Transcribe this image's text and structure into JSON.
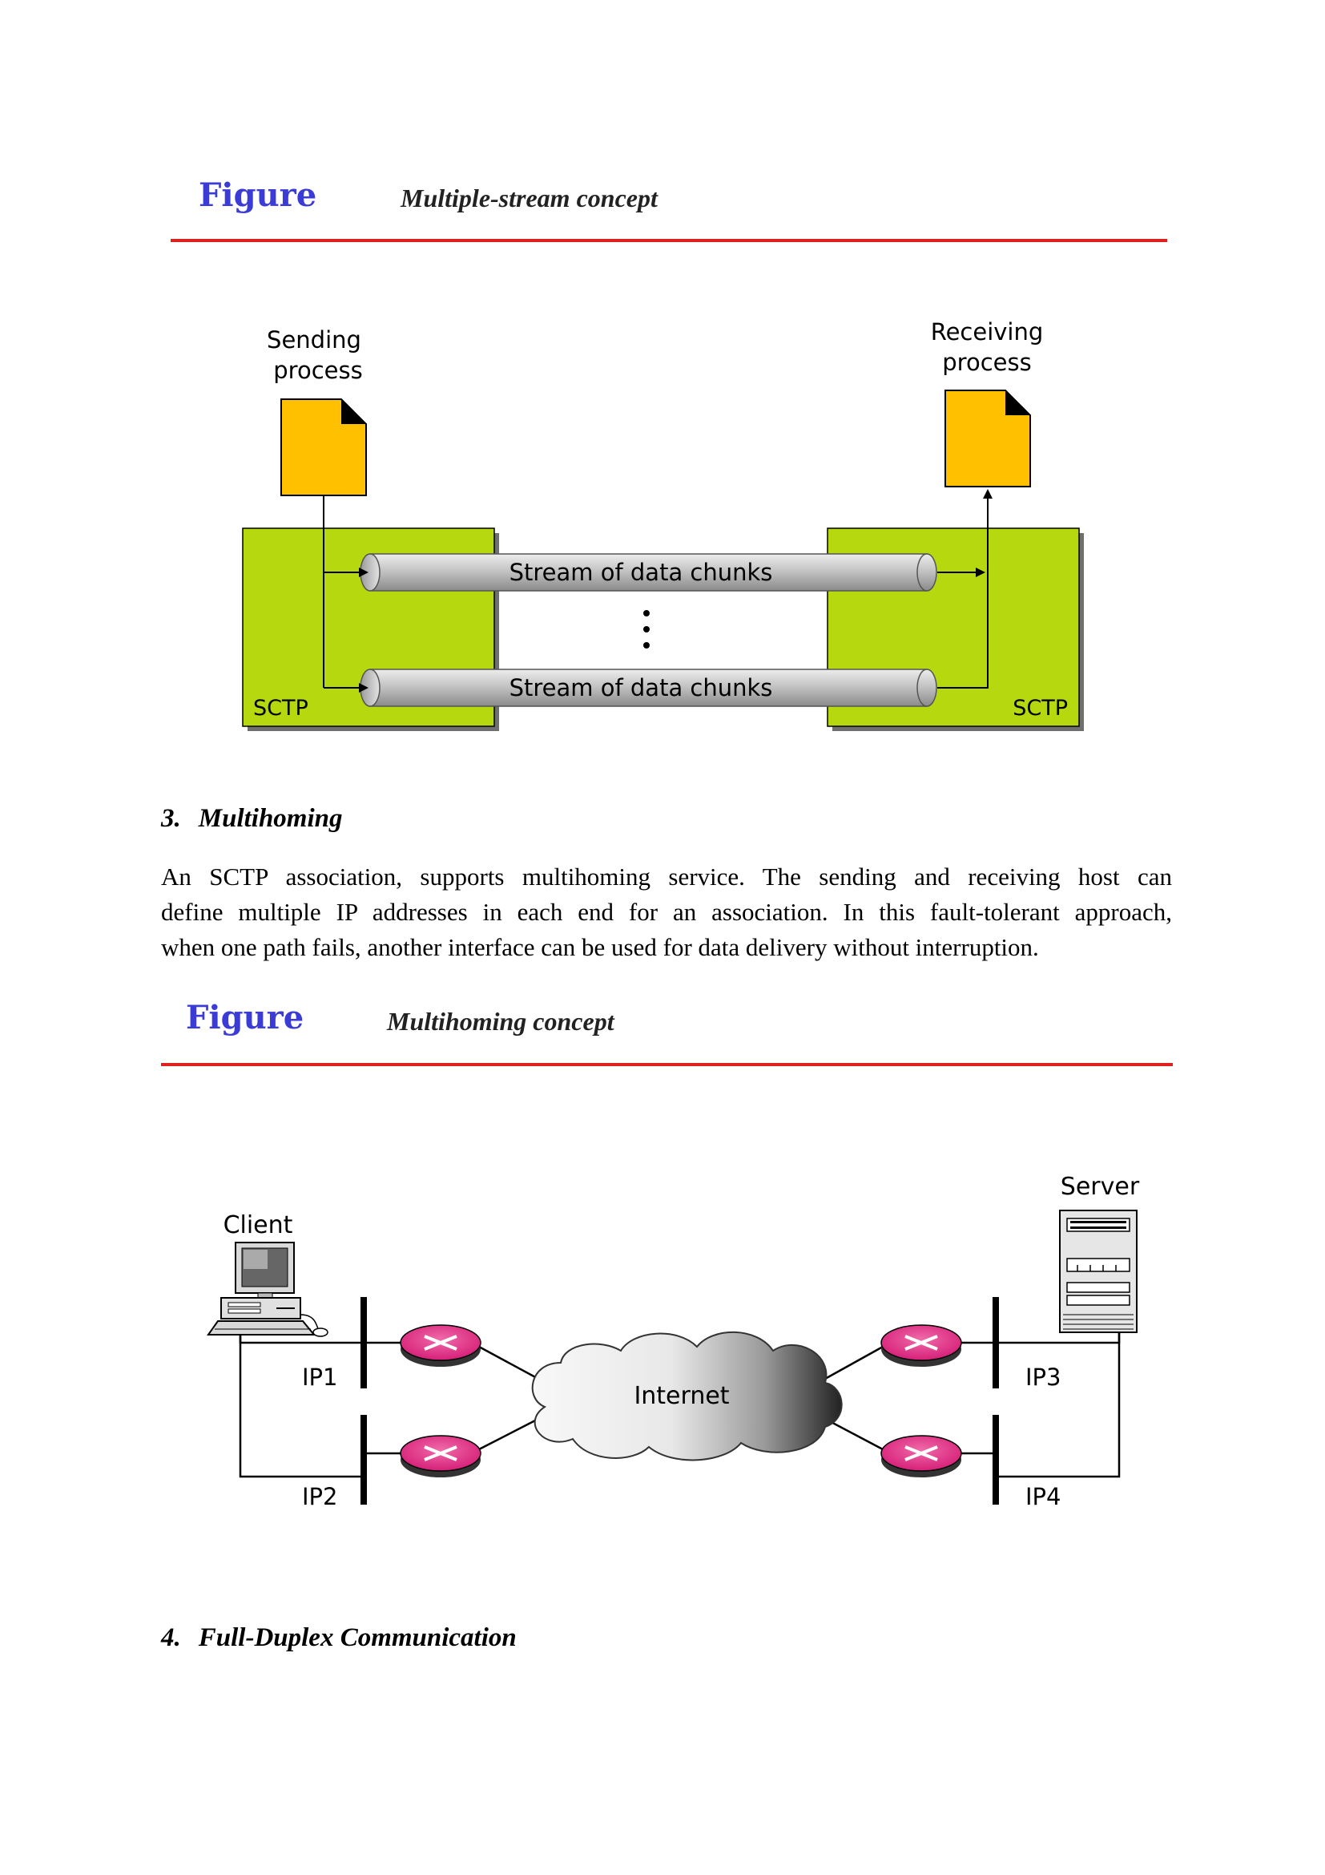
{
  "figure1": {
    "label": "Figure",
    "caption": "Multiple-stream concept",
    "sending_process": [
      "Sending",
      "process"
    ],
    "receiving_process": [
      "Receiving",
      "process"
    ],
    "stream_label": "Stream of data chunks",
    "sctp_left": "SCTP",
    "sctp_right": "SCTP"
  },
  "section3": {
    "number": "3.",
    "title": "Multihoming",
    "lines": [
      "An SCTP association, supports multihoming service. The sending and receiving host can",
      "define multiple IP addresses in each end for an association. In this fault-tolerant approach,",
      "when one path fails, another interface can be used for data delivery without interruption."
    ]
  },
  "figure2": {
    "label": "Figure",
    "caption": "Multihoming concept",
    "client": "Client",
    "server": "Server",
    "internet": "Internet",
    "ip1": "IP1",
    "ip2": "IP2",
    "ip3": "IP3",
    "ip4": "IP4"
  },
  "section4": {
    "number": "4.",
    "title": "Full-Duplex Communication"
  },
  "colors": {
    "rule": "#e0201c",
    "figure_word": "#3b3bd6",
    "sctp_box": "#b5d80f",
    "document": "#ffc000",
    "router": "#e8388a"
  }
}
